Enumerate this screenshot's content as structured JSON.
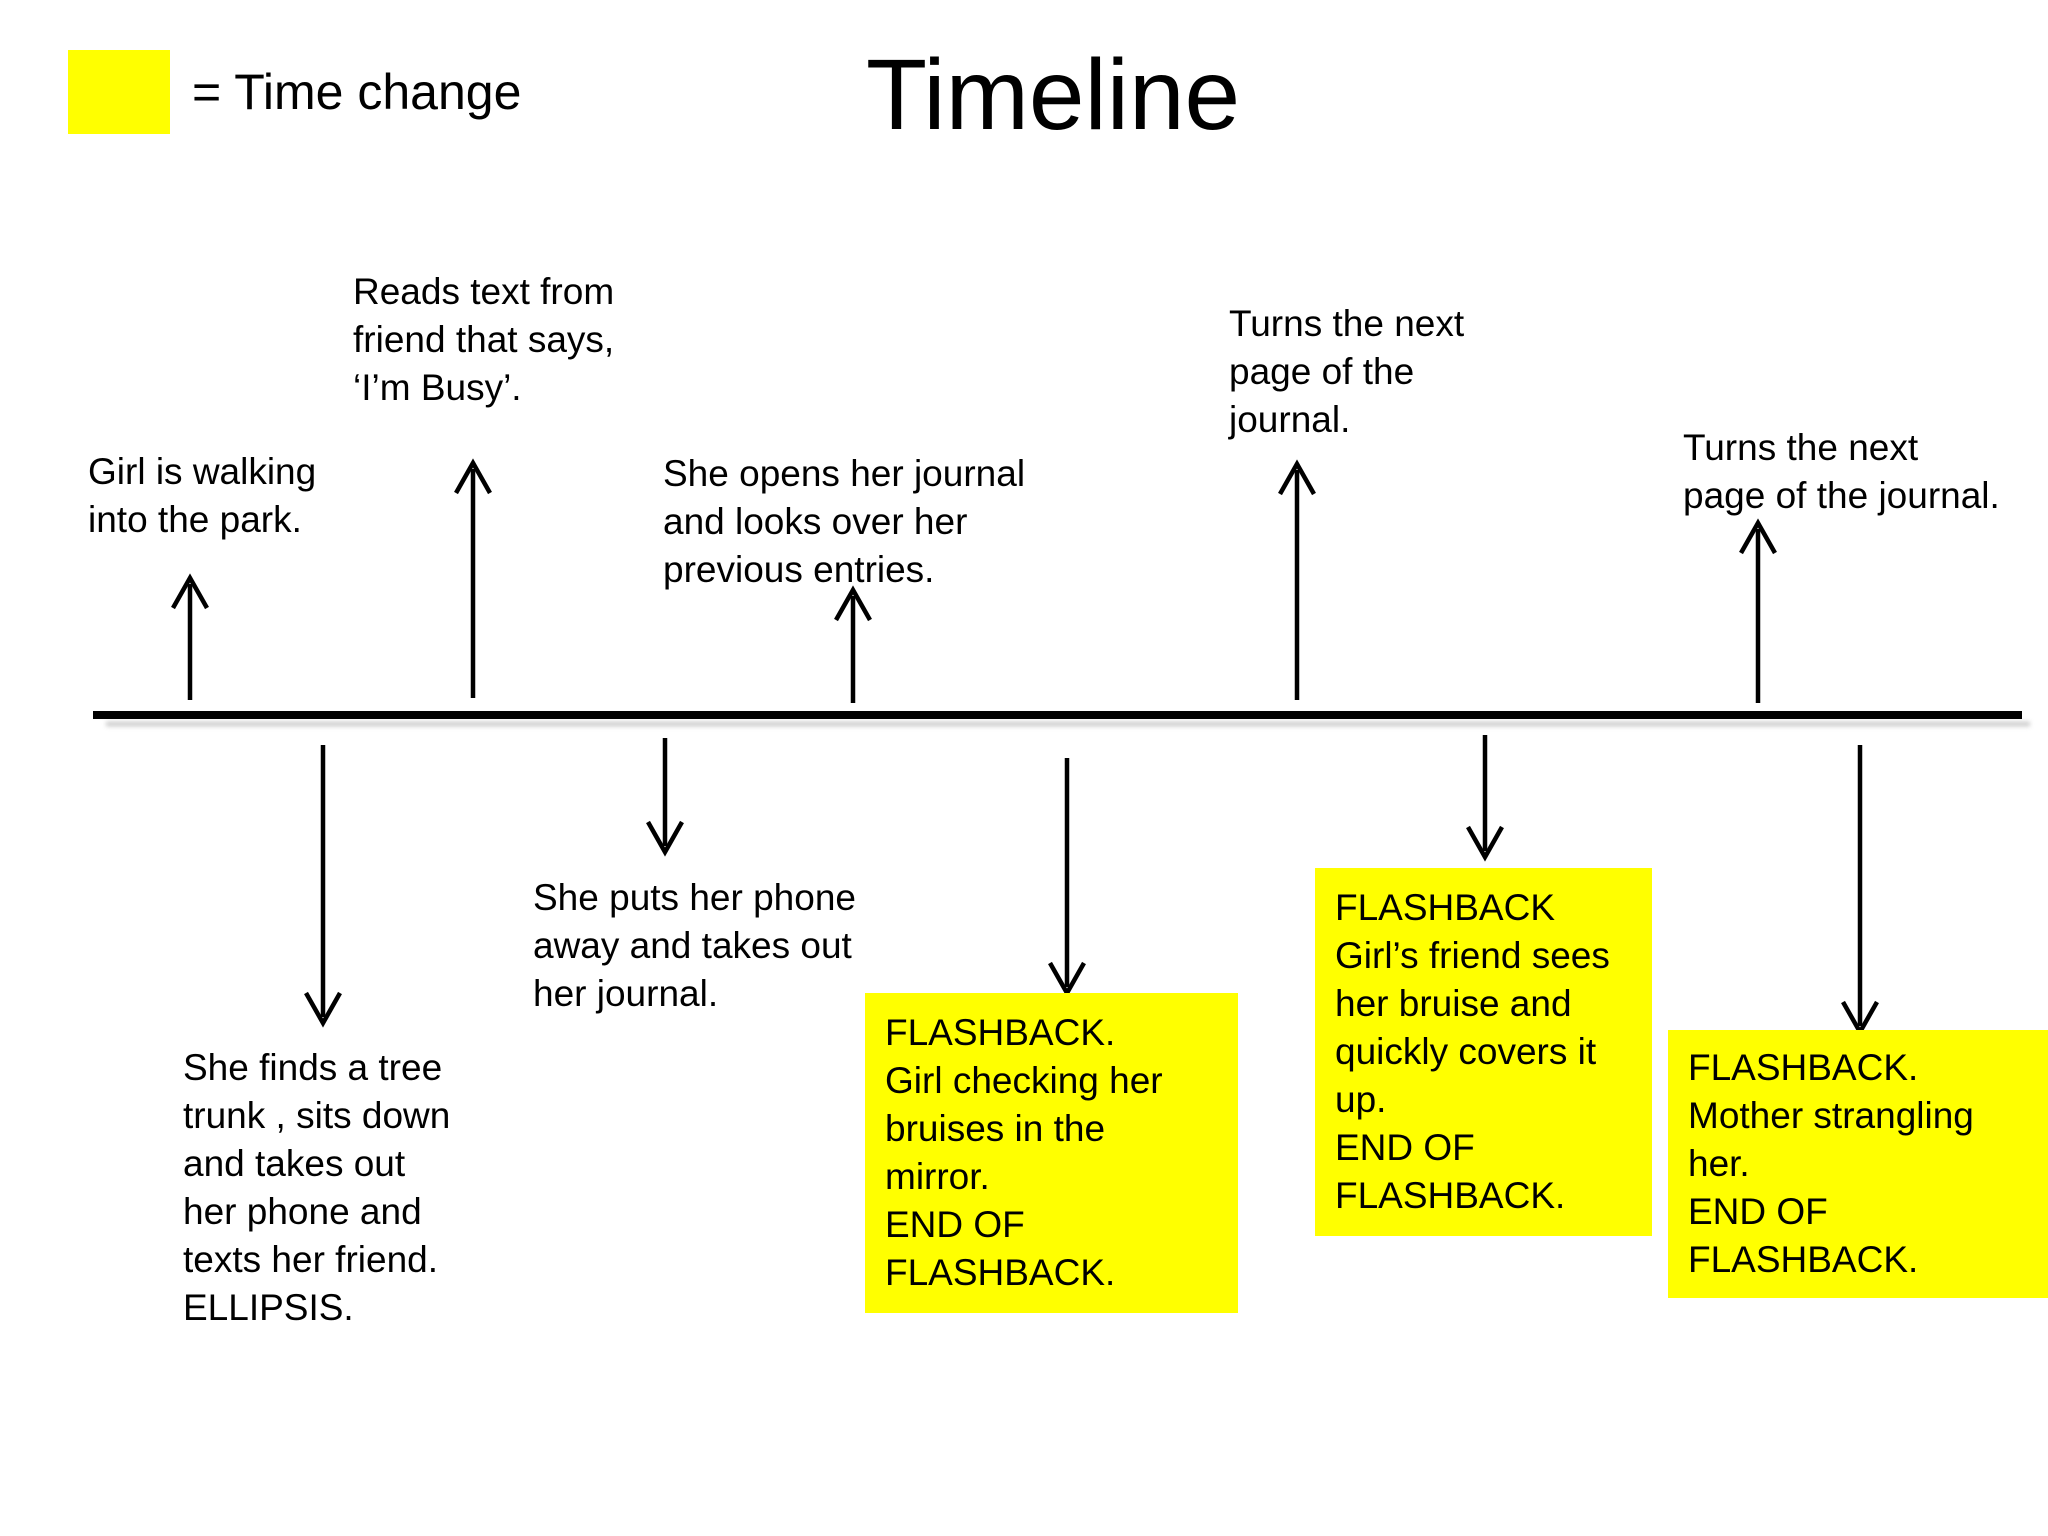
{
  "title": "Timeline",
  "legend": {
    "label": "= Time change",
    "swatch_color": "#FFFF00"
  },
  "colors": {
    "highlight": "#FFFF00",
    "text": "#000000",
    "timeline_line": "#000000"
  },
  "events_above": [
    {
      "id": "walk-into-park",
      "text": "Girl is walking\ninto the park."
    },
    {
      "id": "reads-text-from-friend",
      "text": "Reads text from\nfriend that says,\n‘I’m Busy’."
    },
    {
      "id": "opens-journal",
      "text": "She opens her journal\nand looks over her\nprevious entries."
    },
    {
      "id": "turns-next-page-1",
      "text": "Turns the next\npage of the\njournal."
    },
    {
      "id": "turns-next-page-2",
      "text": "Turns the next\npage of the journal."
    }
  ],
  "events_below": [
    {
      "id": "finds-tree-trunk",
      "highlight": false,
      "text": "She finds a tree\ntrunk , sits down\nand takes out\nher phone and\ntexts her friend.\nELLIPSIS."
    },
    {
      "id": "puts-phone-away",
      "highlight": false,
      "text": "She puts her phone\naway and takes out\nher journal."
    },
    {
      "id": "flashback-mirror",
      "highlight": true,
      "text": "FLASHBACK.\nGirl checking her\nbruises in the mirror.\nEND OF FLASHBACK."
    },
    {
      "id": "flashback-friend-sees-bruise",
      "highlight": true,
      "text": "FLASHBACK\nGirl’s friend sees\nher bruise and\nquickly covers it\nup.\nEND OF\nFLASHBACK."
    },
    {
      "id": "flashback-mother-strangling",
      "highlight": true,
      "text": "FLASHBACK.\nMother strangling\nher.\nEND OF FLASHBACK."
    }
  ]
}
